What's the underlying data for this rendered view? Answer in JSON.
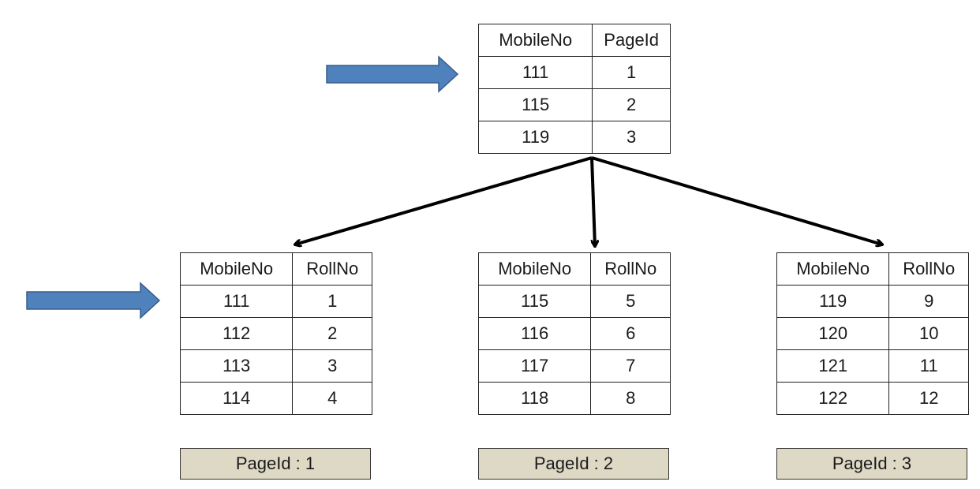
{
  "index_table": {
    "headers": [
      "MobileNo",
      "PageId"
    ],
    "rows": [
      [
        "111",
        "1"
      ],
      [
        "115",
        "2"
      ],
      [
        "119",
        "3"
      ]
    ]
  },
  "leaf_tables": [
    {
      "headers": [
        "MobileNo",
        "RollNo"
      ],
      "rows": [
        [
          "111",
          "1"
        ],
        [
          "112",
          "2"
        ],
        [
          "113",
          "3"
        ],
        [
          "114",
          "4"
        ]
      ],
      "page_label": "PageId : 1"
    },
    {
      "headers": [
        "MobileNo",
        "RollNo"
      ],
      "rows": [
        [
          "115",
          "5"
        ],
        [
          "116",
          "6"
        ],
        [
          "117",
          "7"
        ],
        [
          "118",
          "8"
        ]
      ],
      "page_label": "PageId : 2"
    },
    {
      "headers": [
        "MobileNo",
        "RollNo"
      ],
      "rows": [
        [
          "119",
          "9"
        ],
        [
          "120",
          "10"
        ],
        [
          "121",
          "11"
        ],
        [
          "122",
          "12"
        ]
      ],
      "page_label": "PageId : 3"
    }
  ],
  "colors": {
    "pointer_arrow": "#4f81bd",
    "page_label_fill": "#ddd9c4",
    "connector": "#000000"
  }
}
